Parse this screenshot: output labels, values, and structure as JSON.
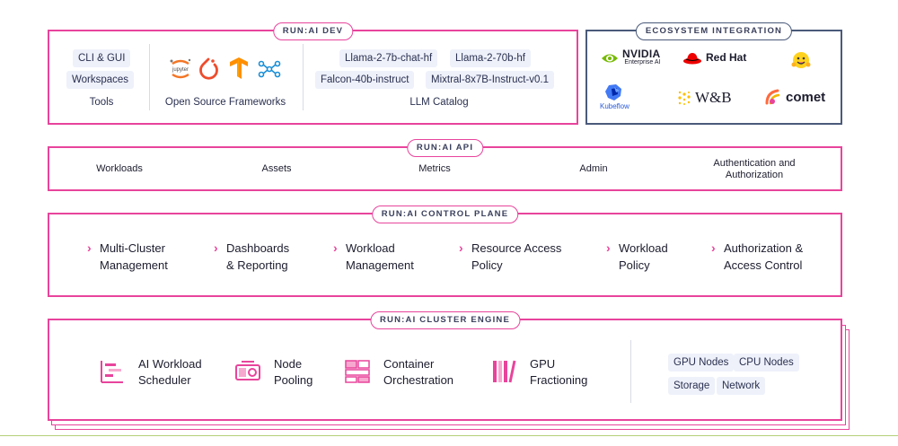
{
  "runai_dev": {
    "badge": "RUN:AI DEV",
    "tools": {
      "items": [
        "CLI & GUI",
        "Workspaces"
      ],
      "caption": "Tools"
    },
    "frameworks": {
      "icons": [
        "jupyter-icon",
        "pytorch-icon",
        "tensorflow-icon",
        "dataflow-icon"
      ],
      "jupyter_text": "jupyter",
      "caption": "Open Source Frameworks"
    },
    "llm_catalog": {
      "items": [
        "Llama-2-7b-chat-hf",
        "Llama-2-70b-hf",
        "Falcon-40b-instruct",
        "Mixtral-8x7B-Instruct-v0.1"
      ],
      "caption": "LLM Catalog"
    }
  },
  "ecosystem": {
    "badge": "ECOSYSTEM INTEGRATION",
    "logos": {
      "nvidia": {
        "name": "NVIDIA",
        "sub": "Enterprise AI"
      },
      "redhat": {
        "name": "Red Hat"
      },
      "huggingface": {
        "name": ""
      },
      "kubeflow": {
        "name": "Kubeflow"
      },
      "wandb": {
        "name": "W&B"
      },
      "comet": {
        "name": "comet"
      }
    }
  },
  "api": {
    "badge": "RUN:AI API",
    "items": [
      "Workloads",
      "Assets",
      "Metrics",
      "Admin",
      "Authentication and\nAuthorization"
    ]
  },
  "control_plane": {
    "badge": "RUN:AI CONTROL PLANE",
    "items": [
      "Multi-Cluster\nManagement",
      "Dashboards\n& Reporting",
      "Workload\nManagement",
      "Resource Access\nPolicy",
      "Workload\nPolicy",
      "Authorization &\nAccess Control"
    ]
  },
  "cluster_engine": {
    "badge": "RUN:AI CLUSTER ENGINE",
    "items": [
      "AI Workload\nScheduler",
      "Node\nPooling",
      "Container\nOrchestration",
      "GPU\nFractioning"
    ],
    "resources": [
      "GPU Nodes",
      "CPU Nodes",
      "Storage",
      "Network"
    ]
  },
  "colors": {
    "accent": "#e8449c",
    "eco_border": "#4a5a7a",
    "chip_bg": "#eef1fa"
  }
}
